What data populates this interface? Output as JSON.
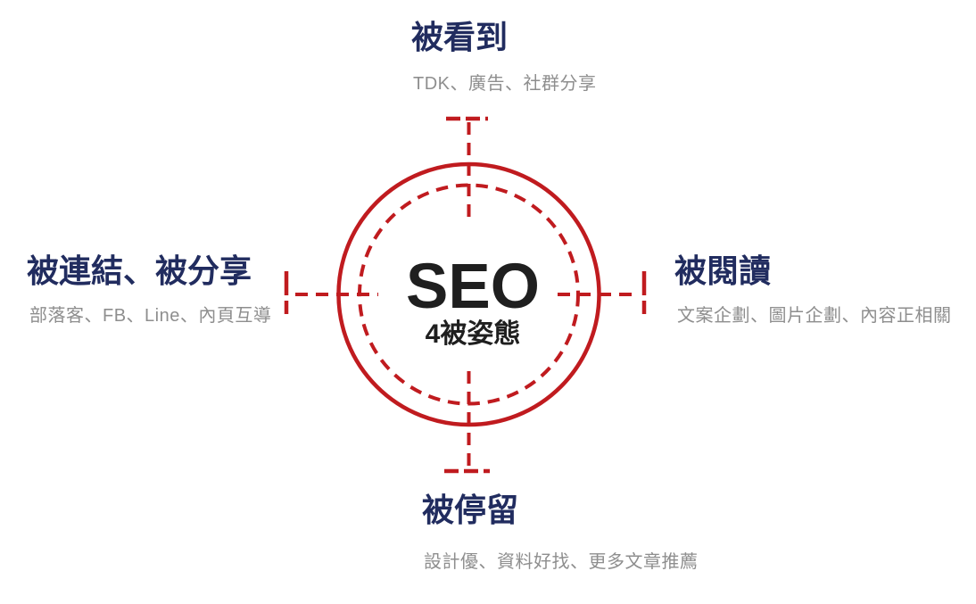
{
  "diagram": {
    "center": {
      "title": "SEO",
      "subtitle": "4被姿態"
    },
    "nodes": {
      "top": {
        "heading": "被看到",
        "detail": "TDK、廣告、社群分享"
      },
      "left": {
        "heading": "被連結、被分享",
        "detail": "部落客、FB、Line、內頁互導"
      },
      "right": {
        "heading": "被閱讀",
        "detail": "文案企劃、圖片企劃、內容正相關"
      },
      "bottom": {
        "heading": "被停留",
        "detail": "設計優、資料好找、更多文章推薦"
      }
    },
    "colors": {
      "accent_red": "#c01b1f",
      "heading_navy": "#212c5f",
      "detail_gray": "#8e8e8e",
      "center_black": "#1f1f1f"
    }
  }
}
